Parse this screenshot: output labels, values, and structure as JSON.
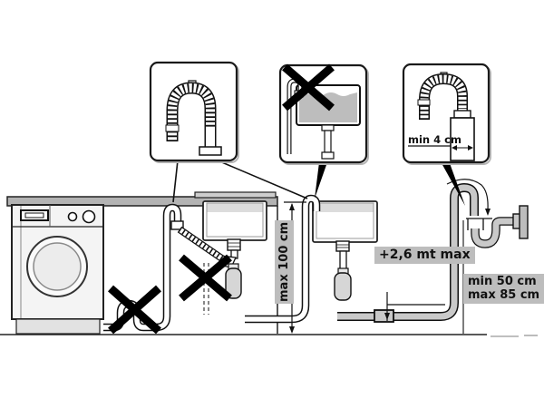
{
  "diagram": {
    "title": "Washing machine drain hose installation diagram",
    "labels": {
      "min_insertion": "min 4 cm",
      "max_height": "max 100 cm",
      "max_extension": "+2,6 mt max",
      "standpipe_min": "min 50 cm",
      "standpipe_max": "max 85 cm"
    },
    "colors": {
      "background": "#ffffff",
      "outline": "#1a1a1a",
      "label_background": "#bdbdbd",
      "hose_gray": "#c9c9c9",
      "counter_gray": "#b3b3b3",
      "water_gray": "#bdbdbd",
      "cross_black": "#000000"
    },
    "icons": {
      "inset_1": "corrugated-hose-hook-icon",
      "inset_2": "crossed-full-sink-icon",
      "inset_3": "hose-in-standpipe-icon",
      "wrong_marker": "x-mark-icon"
    }
  }
}
